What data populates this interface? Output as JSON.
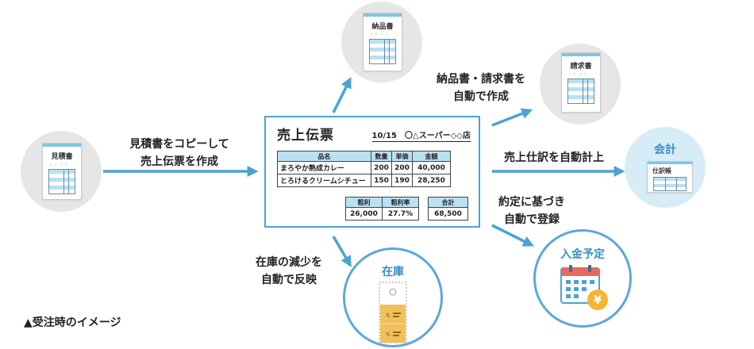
{
  "nodes": {
    "quote": {
      "doc_title": "見積書"
    },
    "delivery": {
      "doc_title": "納品書"
    },
    "invoice": {
      "doc_title": "請求書"
    },
    "accounting": {
      "title": "会計",
      "doc_title": "仕訳帳"
    },
    "inventory": {
      "title": "在庫"
    },
    "payment": {
      "title": "入金予定"
    }
  },
  "labels": {
    "copy_quote": [
      "見積書をコピーして",
      "売上伝票を作成"
    ],
    "auto_docs": [
      "納品書・請求書を",
      "自動で作成"
    ],
    "auto_journal": [
      "売上仕訳を自動計上"
    ],
    "contract": [
      "約定に基づき",
      "自動で登録"
    ],
    "inventory": [
      "在庫の減少を",
      "自動で反映"
    ]
  },
  "slip": {
    "title": "売上伝票",
    "date": "10/15",
    "customer": "〇△スーパー◇◇店",
    "headers": [
      "品名",
      "数量",
      "単価",
      "金額"
    ],
    "rows": [
      {
        "name": "まろやか熟成カレー",
        "qty": "200",
        "price": "200",
        "amount": "40,000"
      },
      {
        "name": "とろけるクリームシチュー",
        "qty": "150",
        "price": "190",
        "amount": "28,250"
      }
    ],
    "profit_header": "粗利",
    "profit_rate_header": "粗利率",
    "total_header": "合計",
    "profit": "26,000",
    "profit_rate": "27.7%",
    "total": "68,500"
  },
  "caption": "▲受注時のイメージ",
  "colors": {
    "accent": "#4aa3d3",
    "circle_gray": "#e6e6e6",
    "circle_light": "#d6ecf7",
    "table_header": "#b9e1f2"
  }
}
